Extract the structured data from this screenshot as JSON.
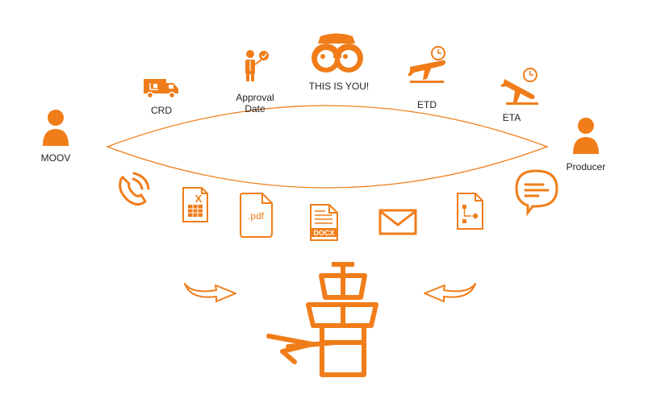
{
  "colors": {
    "accent": "#f07d1a",
    "text": "#222222",
    "background": "#ffffff"
  },
  "nodes": {
    "moov": {
      "label": "MOOV",
      "icon": "person-icon"
    },
    "producer": {
      "label": "Producer",
      "icon": "person-icon"
    },
    "crd": {
      "label": "CRD",
      "icon": "delivery-truck-icon"
    },
    "approval": {
      "label": "Approval Date",
      "icon": "businessman-approve-icon"
    },
    "you": {
      "label": "THIS IS YOU!",
      "icon": "binoculars-icon"
    },
    "etd": {
      "label": "ETD",
      "icon": "plane-departure-clock-icon"
    },
    "eta": {
      "label": "ETA",
      "icon": "plane-arrival-clock-icon"
    }
  },
  "documents": {
    "docx_tag": "DOCX",
    "pdf_tag": ".pdf",
    "excel_tag": "X"
  },
  "icons": [
    "phone-call-icon",
    "excel-file-icon",
    "pdf-file-icon",
    "docx-file-icon",
    "mail-envelope-icon",
    "flowchart-file-icon",
    "chat-bubble-icon",
    "control-tower-icon",
    "curved-arrow-right-icon",
    "curved-arrow-left-icon",
    "paper-plane-icon"
  ]
}
